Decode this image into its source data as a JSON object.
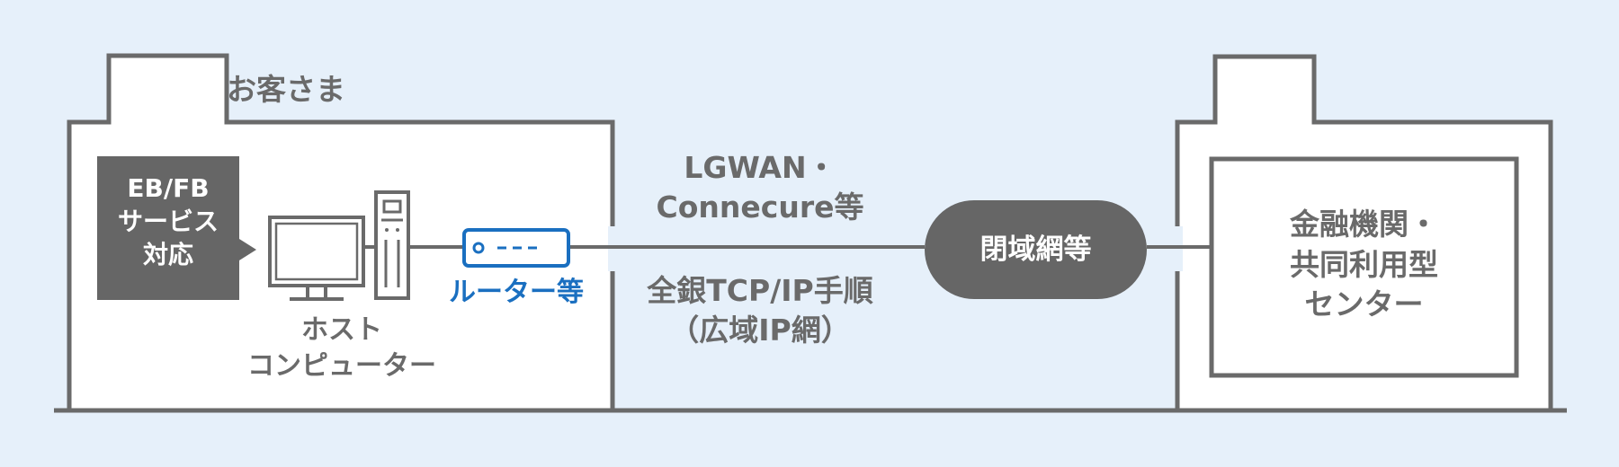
{
  "customer_building": {
    "label": "お客さま"
  },
  "eb_fb_box": {
    "lines": [
      "EB/FB",
      "サービス",
      "対応"
    ]
  },
  "host_computer": {
    "lines": [
      "ホスト",
      "コンピューター"
    ]
  },
  "router": {
    "label": "ルーター等",
    "color": "#1a6fc0"
  },
  "network_upper": {
    "lines": [
      "LGWAN・",
      "Connecure等"
    ]
  },
  "network_lower": {
    "lines": [
      "全銀TCP/IP手順",
      "（広域IP網）"
    ]
  },
  "closed_network": {
    "label": "閉域網等"
  },
  "financial_center": {
    "lines": [
      "金融機関・",
      "共同利用型",
      "センター"
    ]
  },
  "colors": {
    "background": "#e6f0fa",
    "outline": "#6a6a6a",
    "dark_box": "#666666",
    "white": "#ffffff"
  }
}
